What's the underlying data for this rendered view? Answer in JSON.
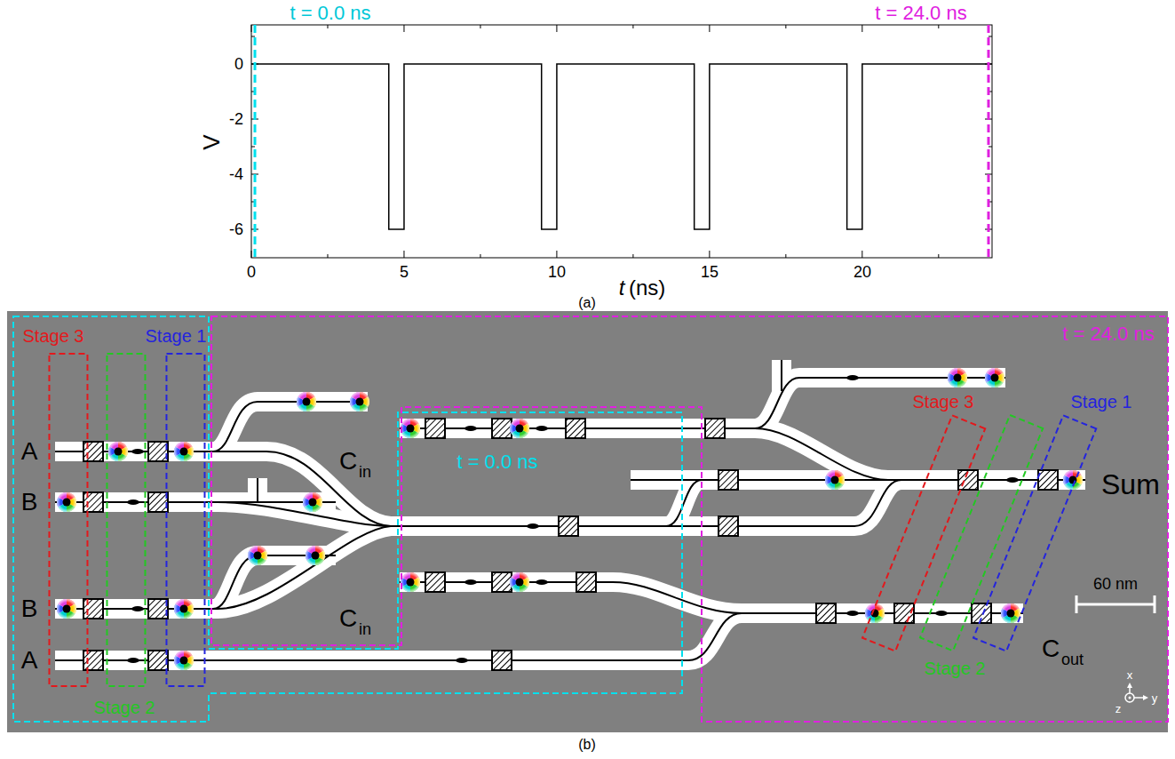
{
  "diagram": {
    "nodes": [
      {
        "text": [
          "t = 0.0 ns"
        ]
      },
      {
        "text": [
          "Stage 3"
        ],
        "in": 0
      },
      {
        "text": [
          "Stage 2"
        ],
        "in": 0
      },
      {
        "text": [
          "Stage 1"
        ],
        "in": 0
      },
      {
        "text": [
          "t = 24.0 ns"
        ]
      },
      {
        "text": [
          "Stage 3"
        ],
        "in": 4
      },
      {
        "text": [
          "Stage 2"
        ],
        "in": 4
      },
      {
        "text": [
          "Stage 1"
        ],
        "in": 4
      }
    ],
    "labels": [
      "t = 0.0 ns",
      "t = 24.0 ns",
      "0",
      "-2",
      "-4",
      "-6",
      "V",
      "0",
      "5",
      "10",
      "15",
      "20",
      "t",
      "(ns)",
      "(a)",
      "A",
      "B",
      "B",
      "A",
      "C",
      "in",
      "C",
      "in",
      "Sum",
      "C",
      "out",
      "60 nm",
      "x",
      "y",
      "z",
      "(b)"
    ]
  }
}
